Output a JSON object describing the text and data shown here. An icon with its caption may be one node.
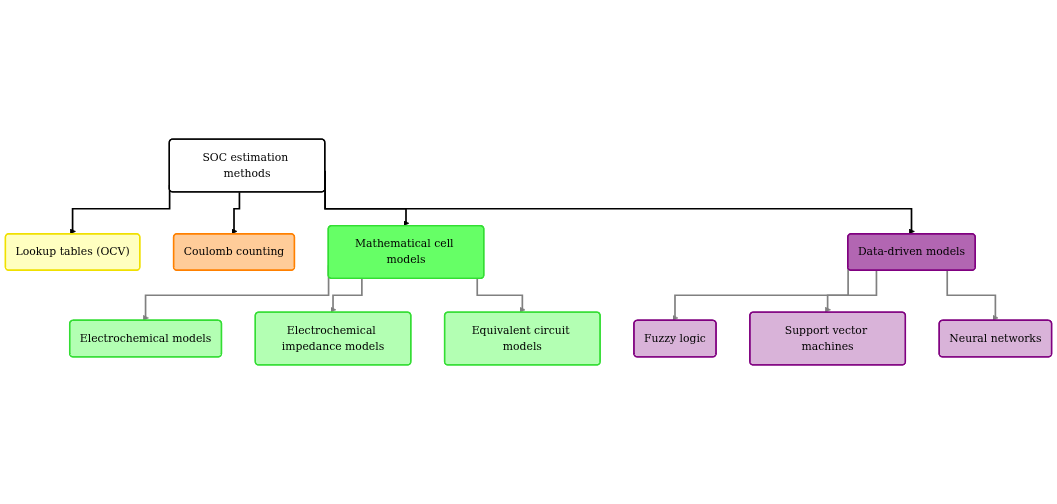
{
  "diagram": {
    "nodes": [
      {
        "text": [
          "SOC estimation methods"
        ]
      },
      {
        "text": [
          "Lookup tables (OCV)"
        ]
      },
      {
        "text": [
          "Coulomb counting"
        ]
      },
      {
        "text": [
          "Mathematical cell models"
        ]
      },
      {
        "text": [
          "Data-driven models"
        ]
      },
      {
        "text": [
          "Electrochemical models"
        ]
      },
      {
        "text": [
          "Equivalent circuit models"
        ]
      },
      {
        "text": [
          "Electrochemical impedance models"
        ]
      },
      {
        "text": [
          "Fuzzy logic"
        ]
      },
      {
        "text": [
          "Neural networks"
        ]
      },
      {
        "text": [
          "Support vector machines"
        ]
      }
    ],
    "edges": [
      {
        "from": 0,
        "to": 1,
        "arrow": "to",
        "color": "#000000"
      },
      {
        "from": 0,
        "to": 3,
        "arrow": "to",
        "color": "#000000"
      },
      {
        "from": 0,
        "to": 4,
        "arrow": "to",
        "color": "#000000"
      },
      {
        "from": 0,
        "to": 2,
        "arrow": "to",
        "color": "#000000"
      },
      {
        "from": 3,
        "to": 5,
        "arrow": "to"
      },
      {
        "from": 3,
        "to": 7,
        "arrow": "to"
      },
      {
        "from": 3,
        "to": 6,
        "arrow": "to"
      },
      {
        "from": 4,
        "to": 8,
        "arrow": "to"
      },
      {
        "from": 4,
        "to": 10,
        "arrow": "to"
      },
      {
        "from": 4,
        "to": 9,
        "arrow": "to"
      }
    ]
  }
}
